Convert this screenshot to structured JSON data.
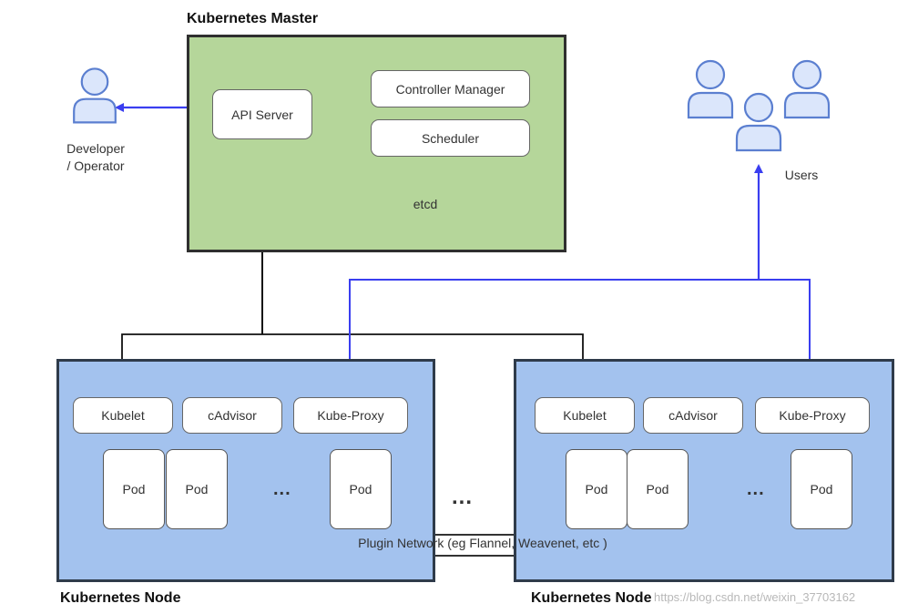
{
  "master": {
    "title": "Kubernetes Master",
    "api_server": "API Server",
    "controller_manager": "Controller Manager",
    "scheduler": "Scheduler",
    "etcd": "etcd"
  },
  "developer": {
    "line1": "Developer",
    "line2": "/ Operator"
  },
  "users": {
    "label": "Users"
  },
  "nodes": [
    {
      "title": "Kubernetes Node",
      "kubelet": "Kubelet",
      "cadvisor": "cAdvisor",
      "kube_proxy": "Kube-Proxy",
      "pods": [
        "Pod",
        "Pod",
        "Pod"
      ],
      "ellipsis": "..."
    },
    {
      "title": "Kubernetes Node",
      "kubelet": "Kubelet",
      "cadvisor": "cAdvisor",
      "kube_proxy": "Kube-Proxy",
      "pods": [
        "Pod",
        "Pod",
        "Pod"
      ],
      "ellipsis": "..."
    }
  ],
  "between_nodes_ellipsis": "...",
  "network": {
    "label": "Plugin Network (eg Flannel, Weavenet, etc )"
  },
  "watermark": "https://blog.csdn.net/weixin_37703162",
  "colors": {
    "master_fill": "#b5d69a",
    "node_fill": "#a3c2ee",
    "user_arrow": "#3a3ef0",
    "control_arrow": "#111111",
    "person_stroke": "#5b7fd0",
    "person_fill": "#dbe6fb"
  }
}
